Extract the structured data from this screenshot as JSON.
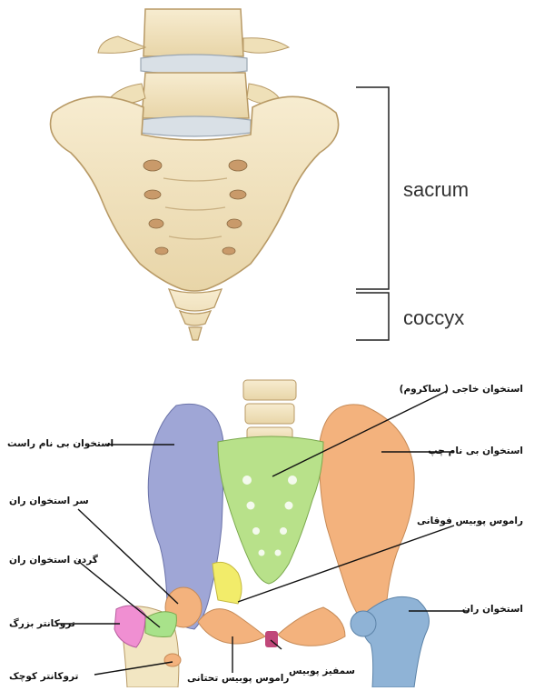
{
  "top_figure": {
    "brackets": [
      {
        "label": "sacrum"
      },
      {
        "label": "coccyx"
      }
    ]
  },
  "bottom_figure": {
    "labels": {
      "sacrum_fa": "استخوان خاجی ( ساکروم)",
      "right_hip": "استخوان بی نام راست",
      "left_hip": "استخوان بی نام چپ",
      "femoral_head": "سر استخوان ران",
      "superior_ramus": "راموس پوبیس فوقانی",
      "femoral_neck": "گردن استخوان ران",
      "femur": "استخوان ران",
      "greater_trochanter": "تروکانتر بزرگ",
      "symphysis": "سمفیز پوبیس",
      "inferior_ramus": "راموس پوبیس تحتانی",
      "lesser_trochanter": "تروکانتر کوچک"
    },
    "colors": {
      "right_hip": "#9fa6d6",
      "left_hip": "#f3b27d",
      "sacrum": "#b8e18a",
      "femur": "#8fb3d6",
      "greater_trochanter": "#f08fd2",
      "neck": "#a8e28a",
      "head": "#f3b27d",
      "ramus_sup": "#f2ec6a",
      "symphysis": "#c0487a",
      "bone": "#f2e6c2"
    }
  }
}
